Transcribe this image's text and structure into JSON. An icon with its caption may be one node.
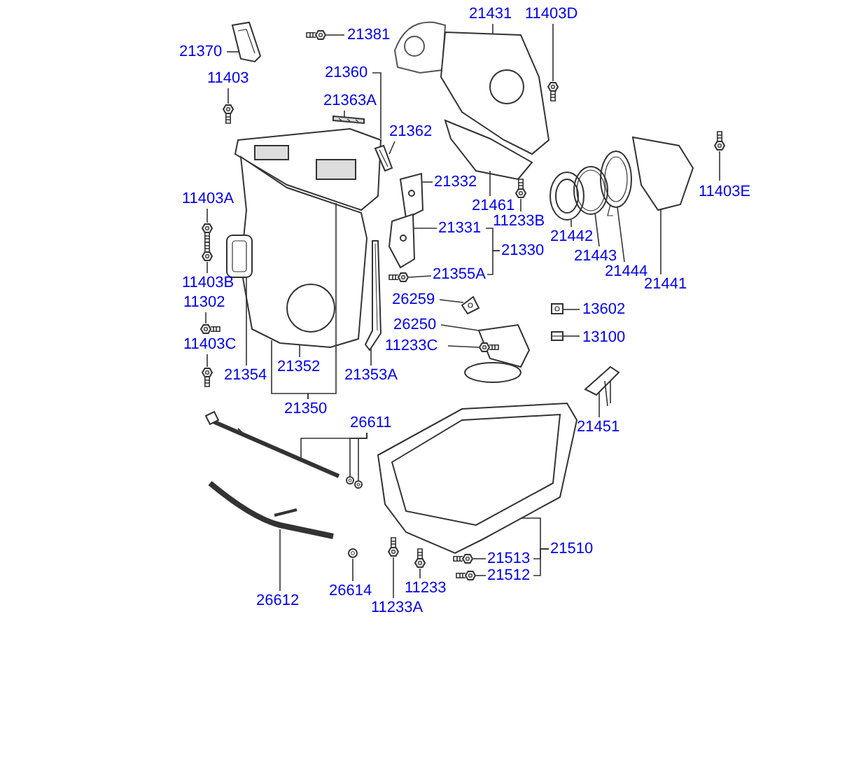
{
  "diagram": {
    "nodes": [
      {
        "text": [
          "21370"
        ]
      },
      {
        "text": [
          "11403"
        ]
      },
      {
        "text": [
          "21381"
        ]
      },
      {
        "text": [
          "21360"
        ]
      },
      {
        "text": [
          "21363A"
        ]
      },
      {
        "text": [
          "21362"
        ]
      },
      {
        "text": [
          "21431"
        ]
      },
      {
        "text": [
          "11403D"
        ]
      },
      {
        "text": [
          "21332"
        ]
      },
      {
        "text": [
          "21461"
        ]
      },
      {
        "text": [
          "11233B"
        ]
      },
      {
        "text": [
          "21331"
        ]
      },
      {
        "text": [
          "21330"
        ]
      },
      {
        "text": [
          "21355A"
        ]
      },
      {
        "text": [
          "11403E"
        ]
      },
      {
        "text": [
          "21442"
        ]
      },
      {
        "text": [
          "21443"
        ]
      },
      {
        "text": [
          "21444"
        ]
      },
      {
        "text": [
          "21441"
        ]
      },
      {
        "text": [
          "11403A"
        ]
      },
      {
        "text": [
          "11403B"
        ]
      },
      {
        "text": [
          "11302"
        ]
      },
      {
        "text": [
          "11403C"
        ]
      },
      {
        "text": [
          "21352"
        ]
      },
      {
        "text": [
          "21354"
        ]
      },
      {
        "text": [
          "21353A"
        ]
      },
      {
        "text": [
          "21350"
        ]
      },
      {
        "text": [
          "26259"
        ]
      },
      {
        "text": [
          "26250"
        ]
      },
      {
        "text": [
          "11233C"
        ]
      },
      {
        "text": [
          "13602"
        ]
      },
      {
        "text": [
          "13100"
        ]
      },
      {
        "text": [
          "21451"
        ]
      },
      {
        "text": [
          "26611"
        ]
      },
      {
        "text": [
          "21510"
        ]
      },
      {
        "text": [
          "21513"
        ]
      },
      {
        "text": [
          "21512"
        ]
      },
      {
        "text": [
          "26612"
        ]
      },
      {
        "text": [
          "26614"
        ]
      },
      {
        "text": [
          "11233"
        ]
      },
      {
        "text": [
          "11233A"
        ]
      },
      {
        "text": [],
        "shape": "picture"
      },
      {
        "text": [],
        "shape": "picture"
      },
      {
        "text": [],
        "shape": "picture"
      },
      {
        "text": [],
        "shape": "picture"
      },
      {
        "text": [],
        "shape": "picture"
      },
      {
        "text": [],
        "shape": "picture"
      },
      {
        "text": [],
        "shape": "picture"
      },
      {
        "text": [],
        "shape": "picture"
      },
      {
        "text": [],
        "shape": "picture"
      },
      {
        "text": [],
        "shape": "picture"
      },
      {
        "text": [],
        "shape": "picture"
      },
      {
        "text": [],
        "shape": "picture"
      },
      {
        "text": [],
        "shape": "picture"
      },
      {
        "text": [],
        "shape": "picture"
      },
      {
        "text": [],
        "shape": "picture"
      },
      {
        "text": [],
        "shape": "picture"
      },
      {
        "text": [],
        "shape": "picture"
      },
      {
        "text": [],
        "shape": "picture"
      },
      {
        "text": [],
        "shape": "picture"
      },
      {
        "text": [],
        "shape": "picture"
      },
      {
        "text": [],
        "shape": "picture"
      },
      {
        "text": [],
        "shape": "picture"
      },
      {
        "text": [],
        "shape": "picture"
      },
      {
        "text": [],
        "shape": "picture"
      },
      {
        "text": [],
        "shape": "picture"
      },
      {
        "text": [],
        "shape": "picture"
      },
      {
        "text": [],
        "shape": "picture"
      },
      {
        "text": [],
        "shape": "picture"
      },
      {
        "text": [],
        "shape": "picture"
      },
      {
        "text": [],
        "shape": "picture"
      },
      {
        "text": [],
        "shape": "picture"
      },
      {
        "text": [],
        "shape": "picture"
      },
      {
        "text": [],
        "shape": "picture"
      },
      {
        "text": [],
        "shape": "picture"
      },
      {
        "text": [],
        "shape": "picture"
      },
      {
        "text": [],
        "shape": "picture"
      },
      {
        "text": [],
        "shape": "picture"
      },
      {
        "text": [],
        "shape": "picture"
      },
      {
        "text": [],
        "shape": "picture"
      },
      {
        "text": [],
        "shape": "picture"
      },
      {
        "text": [],
        "shape": "picture"
      }
    ],
    "edges": [
      {
        "from": 0,
        "to": 41,
        "arrow": "none"
      },
      {
        "from": 1,
        "to": 42,
        "arrow": "none"
      },
      {
        "from": 2,
        "to": 43,
        "arrow": "none"
      },
      {
        "from": 3,
        "to": 44,
        "arrow": "none"
      },
      {
        "from": 4,
        "to": 45,
        "arrow": "none"
      },
      {
        "from": 5,
        "to": 46,
        "arrow": "none"
      },
      {
        "from": 6,
        "to": 47,
        "arrow": "none"
      },
      {
        "from": 7,
        "to": 48,
        "arrow": "none"
      },
      {
        "from": 8,
        "to": 49,
        "arrow": "none"
      },
      {
        "from": 9,
        "to": 50,
        "arrow": "none"
      },
      {
        "from": 10,
        "to": 51,
        "arrow": "none"
      },
      {
        "from": 11,
        "to": 52,
        "arrow": "none"
      },
      {
        "from": 12,
        "to": 11,
        "arrow": "none"
      },
      {
        "from": 12,
        "to": 13,
        "arrow": "none"
      },
      {
        "from": 13,
        "to": 53,
        "arrow": "none"
      },
      {
        "from": 14,
        "to": 54,
        "arrow": "none"
      },
      {
        "from": 15,
        "to": 55,
        "arrow": "none"
      },
      {
        "from": 16,
        "to": 56,
        "arrow": "none"
      },
      {
        "from": 17,
        "to": 57,
        "arrow": "none"
      },
      {
        "from": 18,
        "to": 58,
        "arrow": "none"
      },
      {
        "from": 19,
        "to": 59,
        "arrow": "none"
      },
      {
        "from": 20,
        "to": 60,
        "arrow": "none"
      },
      {
        "from": 21,
        "to": 61,
        "arrow": "none"
      },
      {
        "from": 22,
        "to": 62,
        "arrow": "none"
      },
      {
        "from": 23,
        "to": 63,
        "arrow": "none"
      },
      {
        "from": 24,
        "to": 64,
        "arrow": "none"
      },
      {
        "from": 25,
        "to": 65,
        "arrow": "none"
      },
      {
        "from": 26,
        "to": 63,
        "arrow": "none"
      },
      {
        "from": 26,
        "to": 44,
        "arrow": "none"
      },
      {
        "from": 27,
        "to": 66,
        "arrow": "none"
      },
      {
        "from": 28,
        "to": 67,
        "arrow": "none"
      },
      {
        "from": 29,
        "to": 68,
        "arrow": "none"
      },
      {
        "from": 30,
        "to": 69,
        "arrow": "none"
      },
      {
        "from": 31,
        "to": 70,
        "arrow": "none"
      },
      {
        "from": 32,
        "to": 71,
        "arrow": "none"
      },
      {
        "from": 33,
        "to": 72,
        "arrow": "none"
      },
      {
        "from": 33,
        "to": 73,
        "arrow": "none"
      },
      {
        "from": 33,
        "to": 74,
        "arrow": "none"
      },
      {
        "from": 34,
        "to": 75,
        "arrow": "none"
      },
      {
        "from": 34,
        "to": 35,
        "arrow": "none"
      },
      {
        "from": 34,
        "to": 36,
        "arrow": "none"
      },
      {
        "from": 35,
        "to": 76,
        "arrow": "none"
      },
      {
        "from": 36,
        "to": 77,
        "arrow": "none"
      },
      {
        "from": 37,
        "to": 78,
        "arrow": "none"
      },
      {
        "from": 38,
        "to": 79,
        "arrow": "none"
      },
      {
        "from": 39,
        "to": 80,
        "arrow": "none"
      },
      {
        "from": 40,
        "to": 81,
        "arrow": "none"
      }
    ]
  }
}
